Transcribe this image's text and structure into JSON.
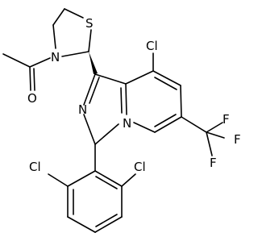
{
  "molecule": {
    "atoms": {
      "s1": "S",
      "n_thiazolidine": "N",
      "o_carbonyl": "O",
      "cl_pyridine": "Cl",
      "n_imidazole": "N",
      "n_bridge": "N",
      "f1": "F",
      "f2": "F",
      "f3": "F",
      "cl_phenyl_left": "Cl",
      "cl_phenyl_right": "Cl"
    }
  },
  "colors": {
    "bond": "#000000",
    "label": "#000000",
    "background": "#ffffff"
  }
}
